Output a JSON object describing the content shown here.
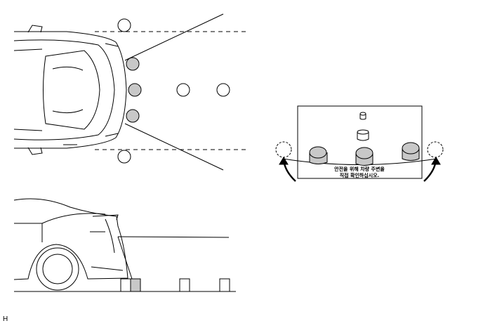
{
  "figure_id": "H",
  "monitor": {
    "guide_line_1": "안전을 위해 차량 주변을",
    "guide_line_2": "직접 확인하십시오."
  },
  "colors": {
    "line": "#000000",
    "marker_fill": "#c8c8c8",
    "background": "#ffffff"
  }
}
